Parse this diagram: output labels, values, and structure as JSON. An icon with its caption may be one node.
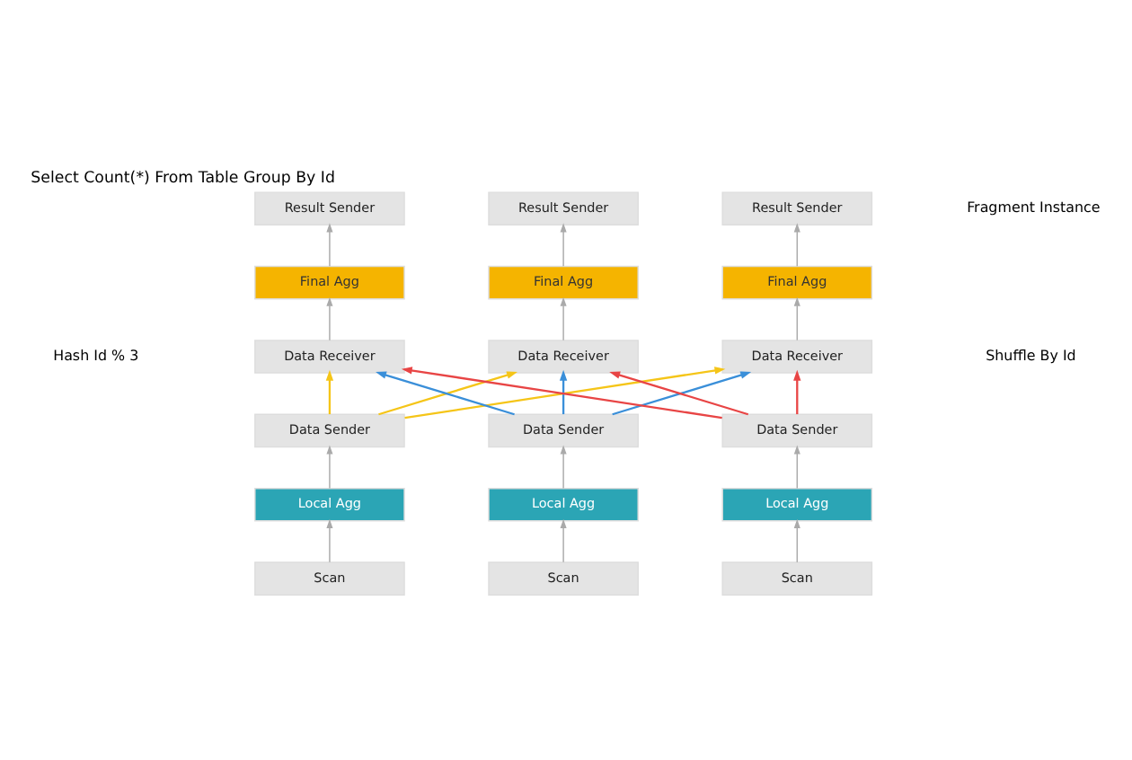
{
  "diagram": {
    "title": "Select Count(*) From Table Group By Id",
    "nodes": [
      {
        "text": [
          "Result Sender"
        ]
      },
      {
        "text": [
          "Result Sender"
        ]
      },
      {
        "text": [
          "Result Sender"
        ]
      },
      {
        "text": [
          "Final Agg"
        ]
      },
      {
        "text": [
          "Final Agg"
        ]
      },
      {
        "text": [
          "Final Agg"
        ]
      },
      {
        "text": [
          "Data Receiver"
        ]
      },
      {
        "text": [
          "Data Receiver"
        ]
      },
      {
        "text": [
          "Data Receiver"
        ]
      },
      {
        "text": [
          "Data Sender"
        ]
      },
      {
        "text": [
          "Data Sender"
        ]
      },
      {
        "text": [
          "Data Sender"
        ]
      },
      {
        "text": [
          "Local Agg"
        ]
      },
      {
        "text": [
          "Local Agg"
        ]
      },
      {
        "text": [
          "Local Agg"
        ]
      },
      {
        "text": [
          "Scan"
        ]
      },
      {
        "text": [
          "Scan"
        ]
      },
      {
        "text": [
          "Scan"
        ]
      }
    ],
    "edges": [
      {
        "from": 3,
        "to": 0,
        "arrow": "to"
      },
      {
        "from": 4,
        "to": 1,
        "arrow": "to"
      },
      {
        "from": 5,
        "to": 2,
        "arrow": "to"
      },
      {
        "from": 6,
        "to": 3,
        "arrow": "to"
      },
      {
        "from": 7,
        "to": 4,
        "arrow": "to"
      },
      {
        "from": 8,
        "to": 5,
        "arrow": "to"
      },
      {
        "from": 9,
        "to": 6,
        "arrow": "to",
        "color": "#f5c518"
      },
      {
        "from": 9,
        "to": 7,
        "arrow": "to",
        "color": "#f5c518"
      },
      {
        "from": 9,
        "to": 8,
        "arrow": "to",
        "color": "#f5c518"
      },
      {
        "from": 10,
        "to": 6,
        "arrow": "to",
        "color": "#3a8fd9"
      },
      {
        "from": 10,
        "to": 7,
        "arrow": "to",
        "color": "#3a8fd9"
      },
      {
        "from": 10,
        "to": 8,
        "arrow": "to",
        "color": "#3a8fd9"
      },
      {
        "from": 11,
        "to": 6,
        "arrow": "to",
        "color": "#e84545"
      },
      {
        "from": 11,
        "to": 7,
        "arrow": "to",
        "color": "#e84545"
      },
      {
        "from": 11,
        "to": 8,
        "arrow": "to",
        "color": "#e84545"
      },
      {
        "from": 12,
        "to": 9,
        "arrow": "to"
      },
      {
        "from": 13,
        "to": 10,
        "arrow": "to"
      },
      {
        "from": 14,
        "to": 11,
        "arrow": "to"
      },
      {
        "from": 15,
        "to": 12,
        "arrow": "to"
      },
      {
        "from": 16,
        "to": 13,
        "arrow": "to"
      },
      {
        "from": 17,
        "to": 14,
        "arrow": "to"
      }
    ],
    "labels": [
      "Fragment Instance",
      "Hash Id % 3",
      "Shuffle By Id"
    ]
  }
}
